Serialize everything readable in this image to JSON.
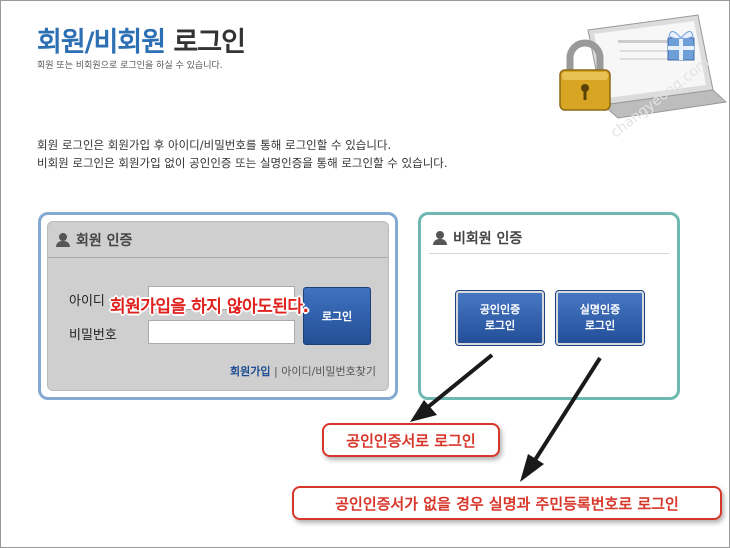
{
  "header": {
    "title_part1": "회원/비회원",
    "title_part2": "로그인",
    "subtitle": "회원 또는 비회원으로 로그인을 하실 수 있습니다."
  },
  "description": {
    "line1": "회원 로그인은 회원가입 후 아이디/비밀번호를 통해 로그인할 수 있습니다.",
    "line2": "비회원 로그인은 회원가입 없이 공인인증 또는 실명인증을 통해 로그인할 수 있습니다."
  },
  "member_panel": {
    "heading": "회원 인증",
    "id_label": "아이디",
    "password_label": "비밀번호",
    "login_label": "로그인",
    "join_link": "회원가입",
    "separator": "|",
    "find_link": "아이디/비밀번호찾기"
  },
  "guest_panel": {
    "heading": "비회원 인증",
    "cert_button": {
      "line1": "공인인증",
      "line2": "로그인"
    },
    "realname_button": {
      "line1": "실명인증",
      "line2": "로그인"
    }
  },
  "annotations": {
    "overlay": "회원가입을 하지 않아도된다.",
    "callout1": "공인인증서로 로그인",
    "callout2": "공인인증서가 없을 경우 실명과 주민등록번호로 로그인"
  },
  "watermark": "changyeong.com",
  "colors": {
    "accent_blue": "#2c6fb3",
    "button_blue": "#244f96",
    "annotation_red": "#d7372a",
    "panel_teal": "#6fb9b2",
    "panel_blue": "#84aad2"
  },
  "icons": [
    "user-icon",
    "padlock-icon",
    "laptop-icon",
    "gift-icon"
  ]
}
